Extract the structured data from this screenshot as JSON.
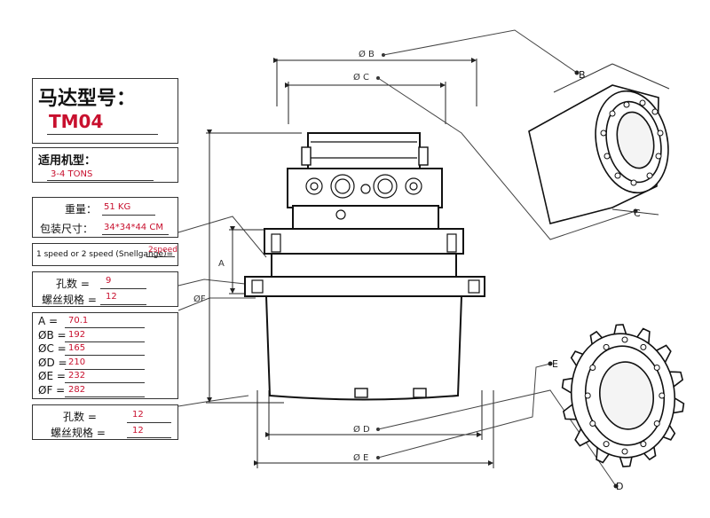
{
  "motor_model": {
    "heading": "马达型号：",
    "value": "TM04"
  },
  "machine": {
    "heading": "适用机型：",
    "value": "3-4 TONS"
  },
  "weight": {
    "label": "重量：",
    "value": "51 KG"
  },
  "package": {
    "label": "包装尺寸：",
    "value": "34*34*44 CM"
  },
  "speed": {
    "label": "1 speed or 2 speed (Snellgange)=",
    "value": "2speed"
  },
  "holes_top": {
    "count_label": "孔数 =",
    "count_value": "9",
    "thread_label": "螺丝规格 =",
    "thread_value": "12"
  },
  "dimensions": [
    {
      "label": "A =",
      "value": "70.1"
    },
    {
      "label": "ØB =",
      "value": "192"
    },
    {
      "label": "ØC =",
      "value": "165"
    },
    {
      "label": "ØD =",
      "value": "210"
    },
    {
      "label": "ØE =",
      "value": "232"
    },
    {
      "label": "ØF =",
      "value": "282"
    }
  ],
  "holes_bottom": {
    "count_label": "孔数 =",
    "count_value": "12",
    "thread_label": "螺丝规格 =",
    "thread_value": "12"
  },
  "drawing_labels": {
    "b": "Ø B",
    "c": "Ø C",
    "d": "Ø D",
    "e": "Ø E",
    "a": "A",
    "f": "ØF",
    "callout_b": "B",
    "callout_c": "C",
    "callout_d": "D",
    "callout_e": "E"
  },
  "colors": {
    "accent_red": "#c8102e",
    "line": "#222222"
  }
}
